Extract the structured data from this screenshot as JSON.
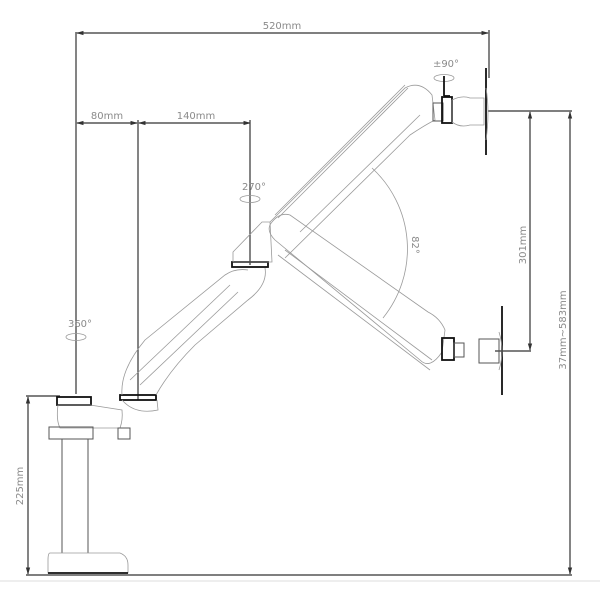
{
  "diagram": {
    "title": "Monitor arm dimension drawing",
    "dimensions": {
      "overall_reach": "520mm",
      "base_to_arm": "80mm",
      "lower_arm": "140mm",
      "upper_arm_vertical": "301mm",
      "height_range": "37mm~583mm",
      "pole_height": "225mm"
    },
    "rotations": {
      "base": "360°",
      "elbow": "270°",
      "tilt_range": "82°",
      "head_swivel": "±90°"
    },
    "colors": {
      "line_dark": "#111111",
      "line_mid": "#555555",
      "line_light": "#9a9a9a",
      "label": "#8a8a8a",
      "background": "#ffffff"
    }
  }
}
